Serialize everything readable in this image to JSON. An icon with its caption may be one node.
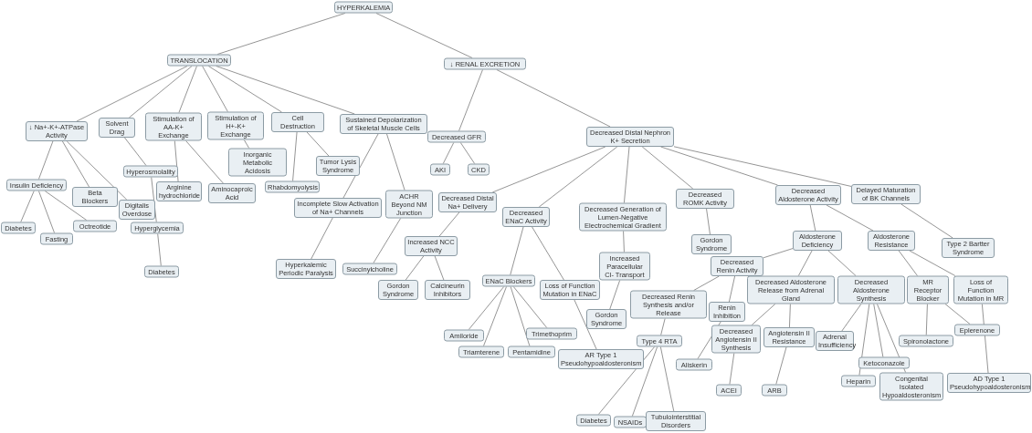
{
  "diagram": {
    "nodes": [
      {
        "text": [
          "HYPERKALEMIA"
        ]
      },
      {
        "text": [
          "TRANSLOCATION"
        ]
      },
      {
        "text": [
          "↓ RENAL EXCRETION"
        ]
      },
      {
        "text": [
          "↓ Na+-K+-ATPase Activity"
        ]
      },
      {
        "text": [
          "Solvent Drag"
        ]
      },
      {
        "text": [
          "Stimulation of AA-K+ Exchange"
        ]
      },
      {
        "text": [
          "Stimulation of H+-K+ Exchange"
        ]
      },
      {
        "text": [
          "Cell Destruction"
        ]
      },
      {
        "text": [
          "Sustained Depolarization of Skeletal Muscle Cells"
        ]
      },
      {
        "text": [
          "Decreased GFR"
        ]
      },
      {
        "text": [
          "Decreased Distal Nephron K+ Secretion"
        ]
      },
      {
        "text": [
          "Insulin Deficiency"
        ]
      },
      {
        "text": [
          "Beta Blockers"
        ]
      },
      {
        "text": [
          "Digitalis Overdose"
        ]
      },
      {
        "text": [
          "Hyperosmolality"
        ]
      },
      {
        "text": [
          "Arginine hydrochloride"
        ]
      },
      {
        "text": [
          "Aminocaproic Acid"
        ]
      },
      {
        "text": [
          "Inorganic Metabolic Acidosis"
        ]
      },
      {
        "text": [
          "Rhabdomyolysis"
        ]
      },
      {
        "text": [
          "Tumor Lysis Syndrome"
        ]
      },
      {
        "text": [
          "Incomplete Slow Activation of Na+ Channels"
        ]
      },
      {
        "text": [
          "ACHR Beyond NM Junction"
        ]
      },
      {
        "text": [
          "AKI"
        ]
      },
      {
        "text": [
          "CKD"
        ]
      },
      {
        "text": [
          "Decreased Distal Na+ Delivery"
        ]
      },
      {
        "text": [
          "Decreased ENaC Activity"
        ]
      },
      {
        "text": [
          "Decreased Generation of Lumen-Negative Electrochemical Gradient"
        ]
      },
      {
        "text": [
          "Decreased ROMK Activity"
        ]
      },
      {
        "text": [
          "Decreased Aldosterone Activity"
        ]
      },
      {
        "text": [
          "Delayed Maturation of BK Channels"
        ]
      },
      {
        "text": [
          "Diabetes"
        ]
      },
      {
        "text": [
          "Fasting"
        ]
      },
      {
        "text": [
          "Octreotide"
        ]
      },
      {
        "text": [
          "Hyperglycemia"
        ]
      },
      {
        "text": [
          "Diabetes"
        ]
      },
      {
        "text": [
          "Hyperkalemic Periodic Paralysis"
        ]
      },
      {
        "text": [
          "Succinylcholine"
        ]
      },
      {
        "text": [
          "Increased NCC Activity"
        ]
      },
      {
        "text": [
          "Gordon Syndrome"
        ]
      },
      {
        "text": [
          "Calcineurin Inhibitors"
        ]
      },
      {
        "text": [
          "ENaC Blockers"
        ]
      },
      {
        "text": [
          "Loss of Function Mutation in ENaC"
        ]
      },
      {
        "text": [
          "Increased Paracellular Cl- Transport"
        ]
      },
      {
        "text": [
          "Gordon Syndrome"
        ]
      },
      {
        "text": [
          "Gordon Syndrome"
        ]
      },
      {
        "text": [
          "Aldosterone Deficiency"
        ]
      },
      {
        "text": [
          "Aldosterone Resistance"
        ]
      },
      {
        "text": [
          "Type 2 Bartter Syndrome"
        ]
      },
      {
        "text": [
          "Decreased Renin Activity"
        ]
      },
      {
        "text": [
          "Decreased Renin Synthesis and/or Release"
        ]
      },
      {
        "text": [
          "Renin Inhibition"
        ]
      },
      {
        "text": [
          "Decreased Aldosterone Release from Adrenal Gland"
        ]
      },
      {
        "text": [
          "Decreased Aldosterone Synthesis"
        ]
      },
      {
        "text": [
          "MR Receptor Blocker"
        ]
      },
      {
        "text": [
          "Loss of Function Mutation in MR"
        ]
      },
      {
        "text": [
          "Amiloride"
        ]
      },
      {
        "text": [
          "Triamterene"
        ]
      },
      {
        "text": [
          "Pentamidine"
        ]
      },
      {
        "text": [
          "Trimethoprim"
        ]
      },
      {
        "text": [
          "AR Type 1 Pseudohypoaldosteronism"
        ]
      },
      {
        "text": [
          "Type 4 RTA"
        ]
      },
      {
        "text": [
          "Aliskerin"
        ]
      },
      {
        "text": [
          "Decreased Angiotensin II Synthesis"
        ]
      },
      {
        "text": [
          "Angiotensin II Resistance"
        ]
      },
      {
        "text": [
          "Adrenal Insufficiency"
        ]
      },
      {
        "text": [
          "Heparin"
        ]
      },
      {
        "text": [
          "Ketoconazole"
        ]
      },
      {
        "text": [
          "Congenital Isolated Hypoaldosteronism"
        ]
      },
      {
        "text": [
          "Spironolactone"
        ]
      },
      {
        "text": [
          "Eplerenone"
        ]
      },
      {
        "text": [
          "AD Type 1 Pseudohypoaldosteronism"
        ]
      },
      {
        "text": [
          "Diabetes"
        ]
      },
      {
        "text": [
          "NSAIDs"
        ]
      },
      {
        "text": [
          "Tubulointerstitial Disorders"
        ]
      },
      {
        "text": [
          "ACEI"
        ]
      },
      {
        "text": [
          "ARB"
        ]
      }
    ],
    "edges": [
      {
        "from": 0,
        "to": 1,
        "arrow": "none"
      },
      {
        "from": 0,
        "to": 2,
        "arrow": "none"
      },
      {
        "from": 1,
        "to": 3,
        "arrow": "none"
      },
      {
        "from": 1,
        "to": 4,
        "arrow": "none"
      },
      {
        "from": 1,
        "to": 5,
        "arrow": "none"
      },
      {
        "from": 1,
        "to": 6,
        "arrow": "none"
      },
      {
        "from": 1,
        "to": 7,
        "arrow": "none"
      },
      {
        "from": 1,
        "to": 8,
        "arrow": "none"
      },
      {
        "from": 2,
        "to": 9,
        "arrow": "none"
      },
      {
        "from": 2,
        "to": 10,
        "arrow": "none"
      },
      {
        "from": 3,
        "to": 11,
        "arrow": "none"
      },
      {
        "from": 3,
        "to": 12,
        "arrow": "none"
      },
      {
        "from": 3,
        "to": 13,
        "arrow": "none"
      },
      {
        "from": 4,
        "to": 14,
        "arrow": "none"
      },
      {
        "from": 5,
        "to": 15,
        "arrow": "none"
      },
      {
        "from": 5,
        "to": 16,
        "arrow": "none"
      },
      {
        "from": 6,
        "to": 17,
        "arrow": "none"
      },
      {
        "from": 7,
        "to": 18,
        "arrow": "none"
      },
      {
        "from": 7,
        "to": 19,
        "arrow": "none"
      },
      {
        "from": 8,
        "to": 20,
        "arrow": "none"
      },
      {
        "from": 8,
        "to": 21,
        "arrow": "none"
      },
      {
        "from": 9,
        "to": 22,
        "arrow": "none"
      },
      {
        "from": 9,
        "to": 23,
        "arrow": "none"
      },
      {
        "from": 10,
        "to": 24,
        "arrow": "none"
      },
      {
        "from": 10,
        "to": 25,
        "arrow": "none"
      },
      {
        "from": 10,
        "to": 26,
        "arrow": "none"
      },
      {
        "from": 10,
        "to": 27,
        "arrow": "none"
      },
      {
        "from": 10,
        "to": 28,
        "arrow": "none"
      },
      {
        "from": 10,
        "to": 29,
        "arrow": "none"
      },
      {
        "from": 11,
        "to": 30,
        "arrow": "none"
      },
      {
        "from": 11,
        "to": 31,
        "arrow": "none"
      },
      {
        "from": 11,
        "to": 32,
        "arrow": "none"
      },
      {
        "from": 14,
        "to": 33,
        "arrow": "none"
      },
      {
        "from": 33,
        "to": 34,
        "arrow": "none"
      },
      {
        "from": 20,
        "to": 35,
        "arrow": "none"
      },
      {
        "from": 21,
        "to": 36,
        "arrow": "none"
      },
      {
        "from": 24,
        "to": 37,
        "arrow": "none"
      },
      {
        "from": 37,
        "to": 38,
        "arrow": "none"
      },
      {
        "from": 37,
        "to": 39,
        "arrow": "none"
      },
      {
        "from": 25,
        "to": 40,
        "arrow": "none"
      },
      {
        "from": 25,
        "to": 41,
        "arrow": "none"
      },
      {
        "from": 26,
        "to": 42,
        "arrow": "none"
      },
      {
        "from": 42,
        "to": 43,
        "arrow": "none"
      },
      {
        "from": 27,
        "to": 44,
        "arrow": "none"
      },
      {
        "from": 28,
        "to": 45,
        "arrow": "none"
      },
      {
        "from": 28,
        "to": 46,
        "arrow": "none"
      },
      {
        "from": 29,
        "to": 47,
        "arrow": "none"
      },
      {
        "from": 45,
        "to": 48,
        "arrow": "none"
      },
      {
        "from": 45,
        "to": 51,
        "arrow": "none"
      },
      {
        "from": 45,
        "to": 52,
        "arrow": "none"
      },
      {
        "from": 48,
        "to": 49,
        "arrow": "none"
      },
      {
        "from": 48,
        "to": 50,
        "arrow": "none"
      },
      {
        "from": 46,
        "to": 53,
        "arrow": "none"
      },
      {
        "from": 46,
        "to": 54,
        "arrow": "none"
      },
      {
        "from": 40,
        "to": 55,
        "arrow": "none"
      },
      {
        "from": 40,
        "to": 56,
        "arrow": "none"
      },
      {
        "from": 40,
        "to": 57,
        "arrow": "none"
      },
      {
        "from": 40,
        "to": 58,
        "arrow": "none"
      },
      {
        "from": 41,
        "to": 59,
        "arrow": "none"
      },
      {
        "from": 49,
        "to": 60,
        "arrow": "none"
      },
      {
        "from": 50,
        "to": 61,
        "arrow": "none"
      },
      {
        "from": 51,
        "to": 62,
        "arrow": "none"
      },
      {
        "from": 51,
        "to": 63,
        "arrow": "none"
      },
      {
        "from": 52,
        "to": 64,
        "arrow": "none"
      },
      {
        "from": 52,
        "to": 65,
        "arrow": "none"
      },
      {
        "from": 52,
        "to": 66,
        "arrow": "none"
      },
      {
        "from": 52,
        "to": 67,
        "arrow": "none"
      },
      {
        "from": 53,
        "to": 68,
        "arrow": "none"
      },
      {
        "from": 53,
        "to": 69,
        "arrow": "none"
      },
      {
        "from": 54,
        "to": 70,
        "arrow": "none"
      },
      {
        "from": 60,
        "to": 71,
        "arrow": "none"
      },
      {
        "from": 60,
        "to": 72,
        "arrow": "none"
      },
      {
        "from": 60,
        "to": 73,
        "arrow": "none"
      },
      {
        "from": 62,
        "to": 74,
        "arrow": "none"
      },
      {
        "from": 63,
        "to": 75,
        "arrow": "none"
      }
    ]
  }
}
